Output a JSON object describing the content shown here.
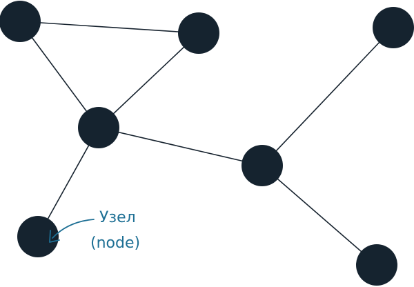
{
  "diagram": {
    "type": "network-graph",
    "node_color": "#15232f",
    "edge_color": "#16222e",
    "annotation_color": "#1d6f94",
    "nodes": [
      {
        "id": "n1"
      },
      {
        "id": "n2"
      },
      {
        "id": "n3"
      },
      {
        "id": "n4"
      },
      {
        "id": "n5"
      },
      {
        "id": "n6"
      },
      {
        "id": "n7"
      },
      {
        "id": "n8"
      }
    ],
    "edges": [
      [
        "n1",
        "n2"
      ],
      [
        "n1",
        "n4"
      ],
      [
        "n2",
        "n4"
      ],
      [
        "n4",
        "n5"
      ],
      [
        "n4",
        "n7"
      ],
      [
        "n5",
        "n3"
      ],
      [
        "n5",
        "n8"
      ]
    ],
    "annotation": {
      "target": "n7",
      "line1": "Узел",
      "line2": "(node)"
    }
  }
}
